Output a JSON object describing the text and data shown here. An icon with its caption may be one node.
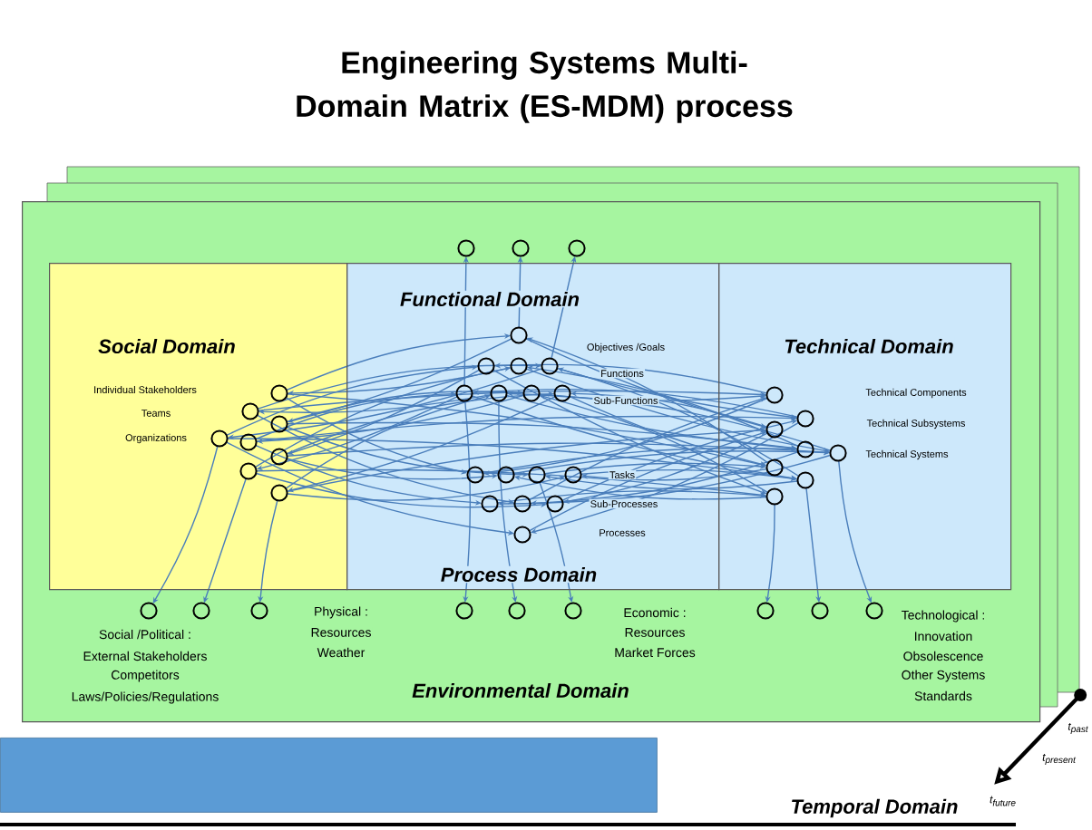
{
  "diagram": {
    "title": "Engineering Systems Multi-Domain Matrix (ES-MDM) process",
    "nodes": [
      {
        "text": [
          "Environmental Domain",
          "Social /Political :",
          "External Stakeholders",
          "Competitors",
          "Laws/Policies/Regulations",
          "Physical :",
          "Resources",
          "Weather",
          "Economic :",
          "Resources",
          "Market Forces",
          "Technological :",
          "Innovation",
          "Obsolescence",
          "Other Systems",
          "Standards"
        ]
      },
      {
        "text": [
          "Social Domain",
          "Individual Stakeholders",
          "Teams",
          "Organizations"
        ],
        "in": 0
      },
      {
        "text": [
          "Functional Domain",
          "Objectives /Goals",
          "Functions",
          "Sub-Functions",
          "Tasks",
          "Sub-Processes",
          "Processes",
          "Process Domain"
        ],
        "in": 0
      },
      {
        "text": [
          "Technical Domain",
          "Technical Components",
          "Technical Subsystems",
          "Technical Systems"
        ],
        "in": 0
      },
      {
        "text": [],
        "shape": "box"
      }
    ],
    "labels": [
      "t$_{past}$",
      "t$_{present}$",
      "t$_{future}$",
      "Temporal Domain"
    ]
  }
}
